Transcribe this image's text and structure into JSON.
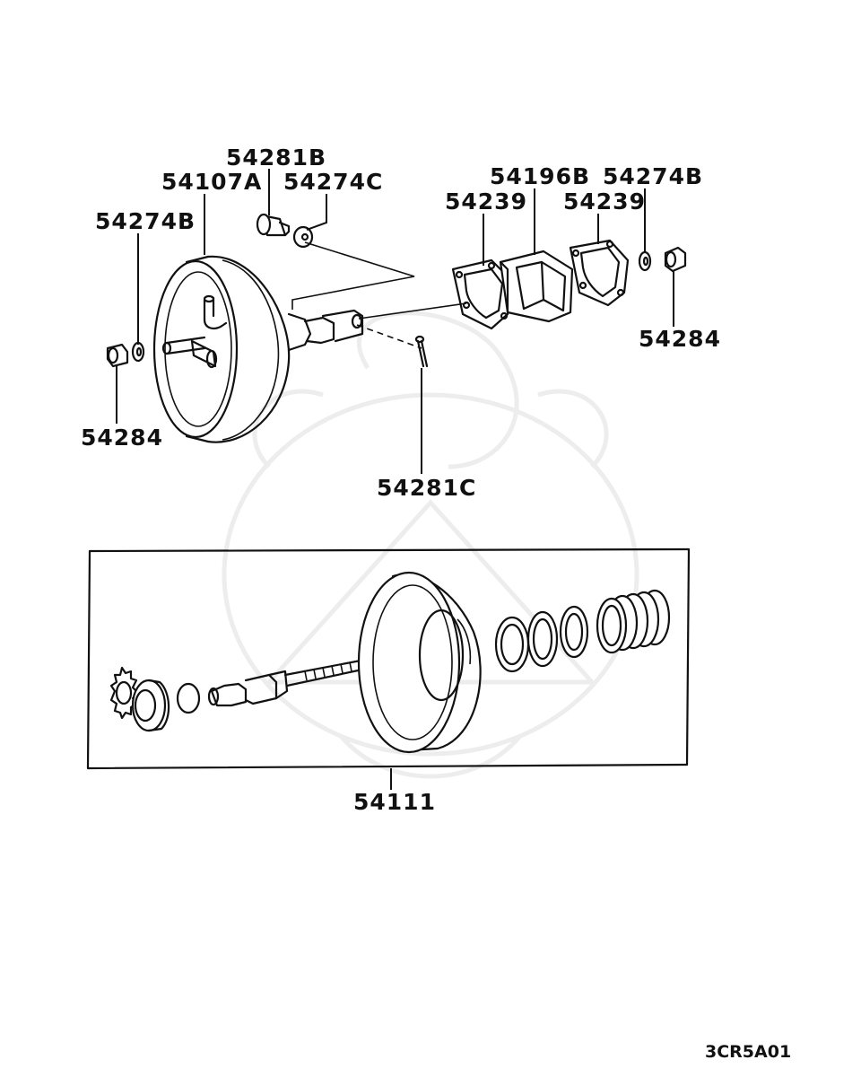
{
  "diagram": {
    "labels": {
      "p54281B": "54281B",
      "p54107A": "54107A",
      "p54274C": "54274C",
      "p54274B_left": "54274B",
      "p54284_left": "54284",
      "p54239_left": "54239",
      "p54196B": "54196B",
      "p54274B_right": "54274B",
      "p54239_right": "54239",
      "p54284_right": "54284",
      "p54281C": "54281C",
      "p54111": "54111"
    },
    "figure_code": "3CR5A01"
  }
}
